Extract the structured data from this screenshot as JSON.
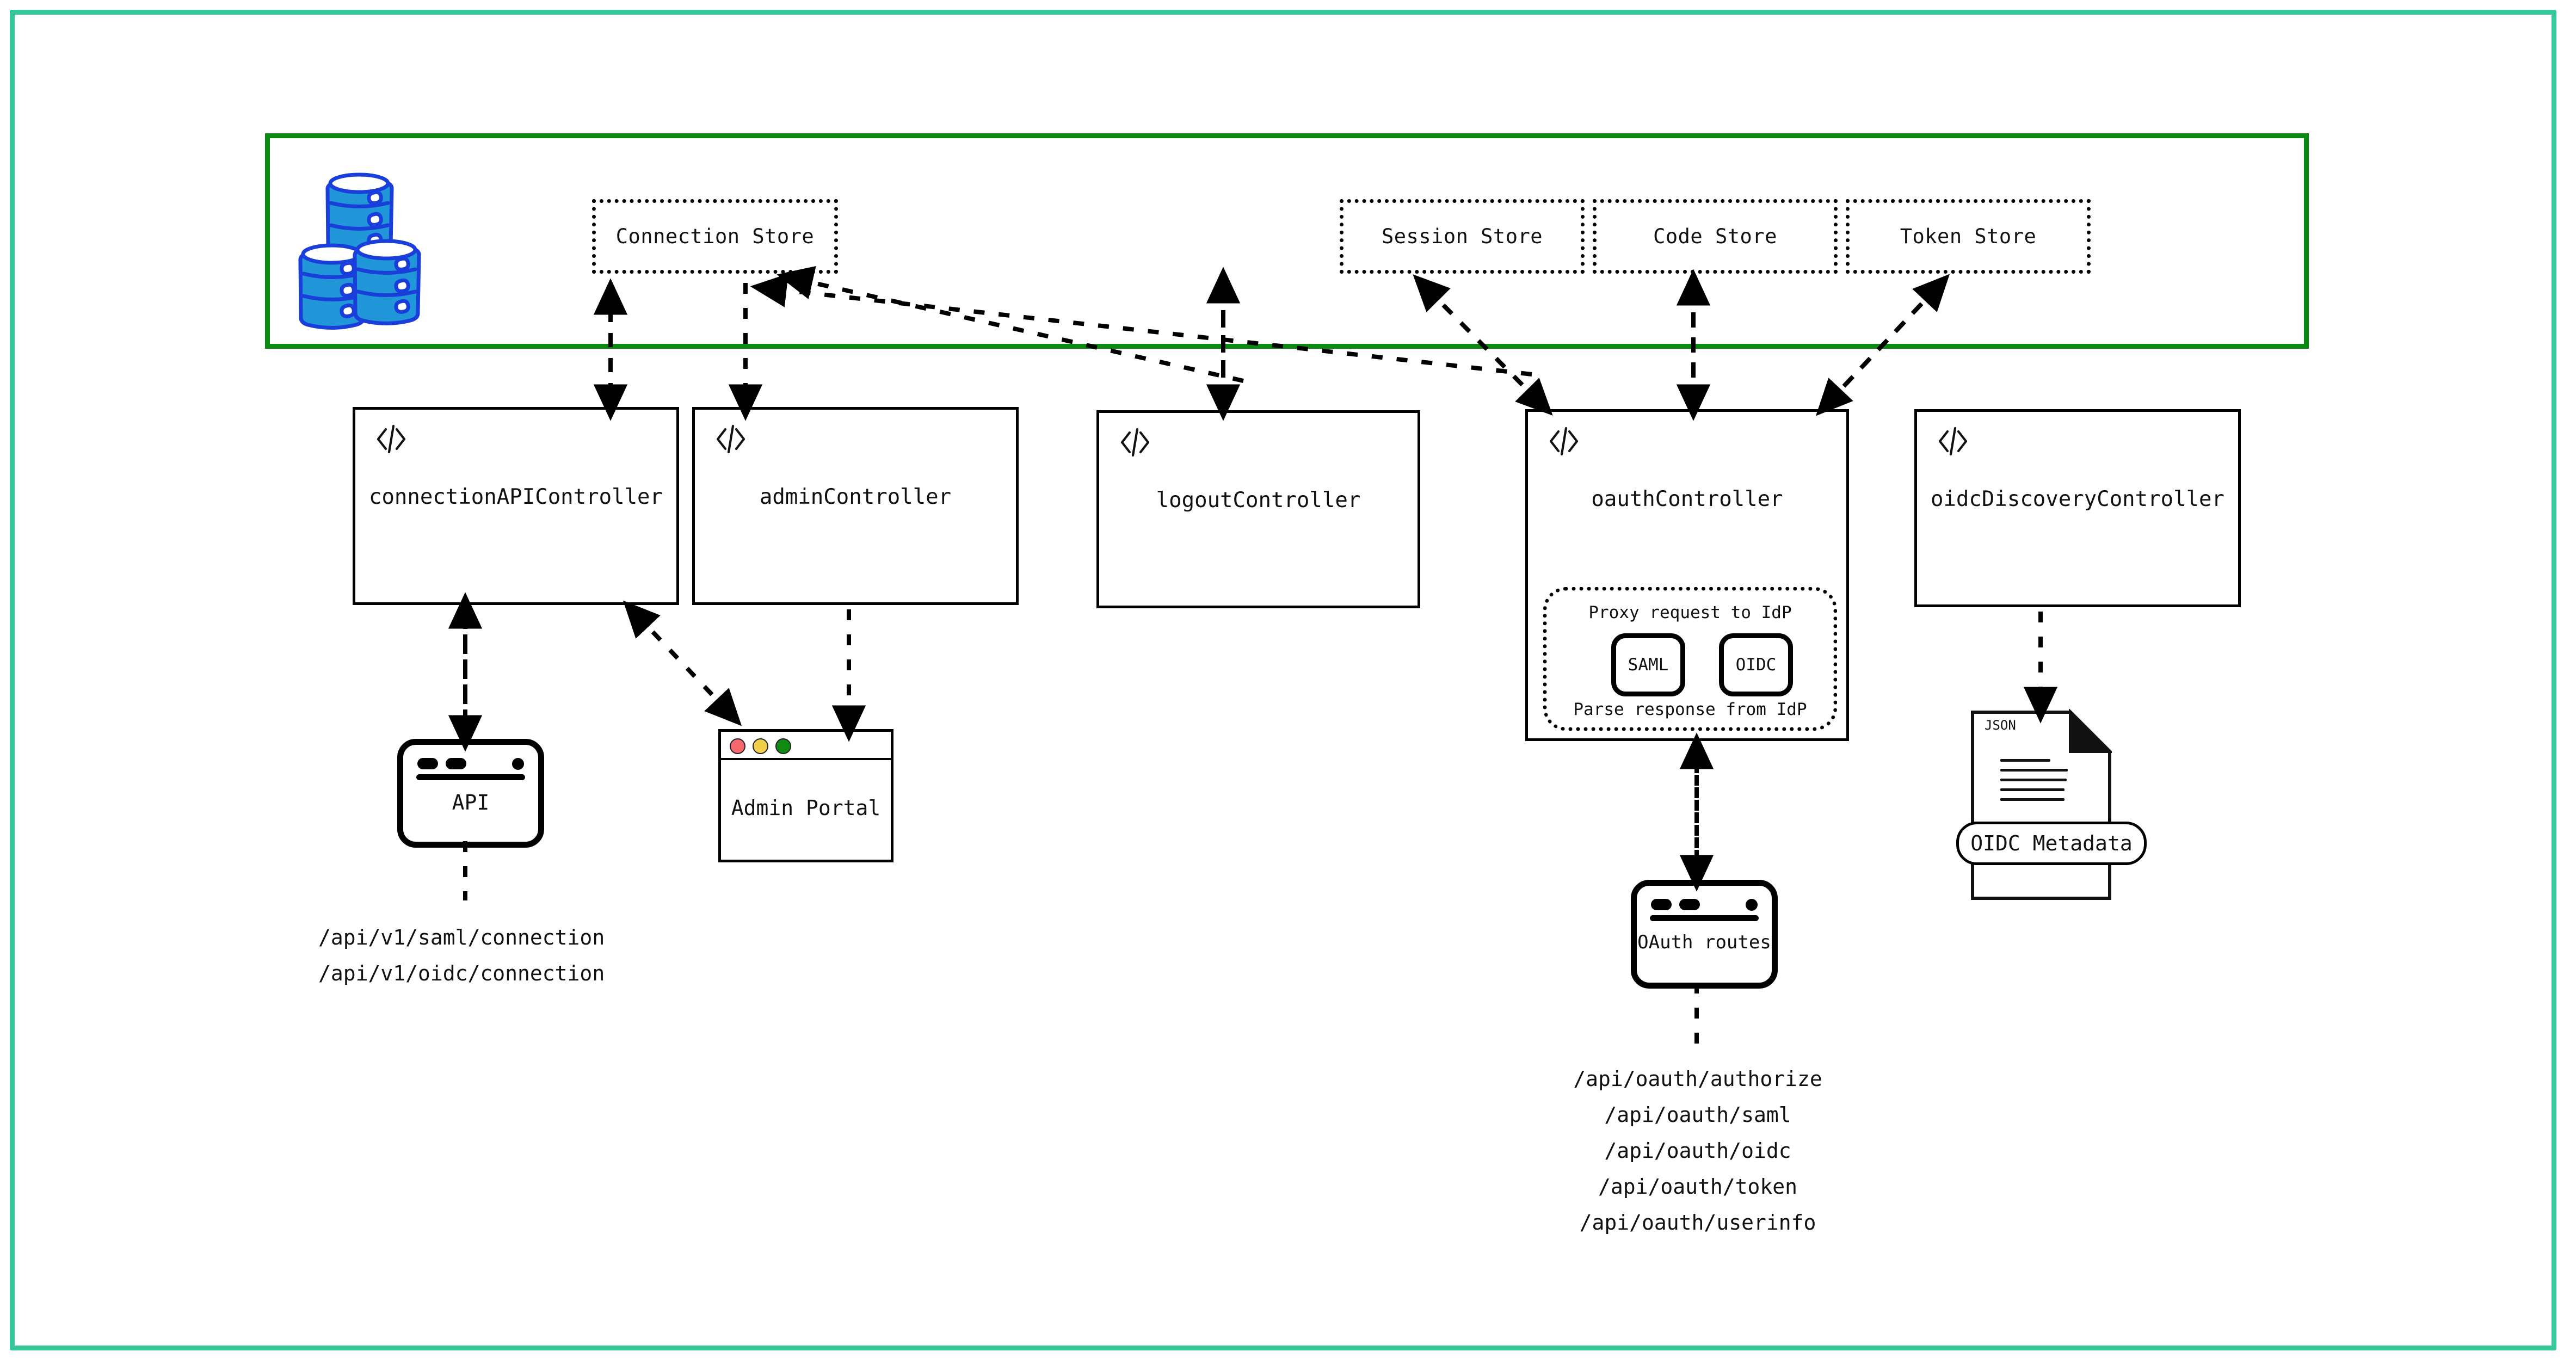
{
  "colors": {
    "frame_border": "#34c89a",
    "store_container_border": "#0a8a13",
    "db_fill": "#2196d9",
    "db_stroke": "#1a3ed9",
    "traffic_red": "#f4676b",
    "traffic_yellow": "#f2cf4a",
    "traffic_green": "#118a13",
    "ink": "#000000"
  },
  "stores": {
    "container_name": "data-stores-container",
    "db_icon": "database-stack-icon",
    "items": [
      {
        "label": "Connection Store",
        "name": "connection-store"
      },
      {
        "label": "Session Store",
        "name": "session-store"
      },
      {
        "label": "Code Store",
        "name": "code-store"
      },
      {
        "label": "Token Store",
        "name": "token-store"
      }
    ]
  },
  "controllers": [
    {
      "label": "connectionAPIController",
      "icon": "code-icon"
    },
    {
      "label": "adminController",
      "icon": "code-icon"
    },
    {
      "label": "logoutController",
      "icon": "code-icon"
    },
    {
      "label": "oauthController",
      "icon": "code-icon"
    },
    {
      "label": "oidcDiscoveryController",
      "icon": "code-icon"
    }
  ],
  "idp_panel": {
    "top_caption": "Proxy request to IdP",
    "bottom_caption": "Parse response from IdP",
    "buttons": [
      {
        "label": "SAML"
      },
      {
        "label": "OIDC"
      }
    ]
  },
  "nodes": {
    "api": {
      "label": "API",
      "icon": "browser-window-icon"
    },
    "admin_portal": {
      "label": "Admin Portal",
      "icon": "browser-window-icon"
    },
    "oauth_routes": {
      "label": "OAuth routes",
      "icon": "browser-window-icon"
    },
    "oidc_metadata": {
      "label": "OIDC Metadata",
      "doc_tag": "JSON",
      "icon": "json-document-icon"
    }
  },
  "endpoints": {
    "connection_api": [
      "/api/v1/saml/connection",
      "/api/v1/oidc/connection"
    ],
    "oauth": [
      "/api/oauth/authorize",
      "/api/oauth/saml",
      "/api/oauth/oidc",
      "/api/oauth/token",
      "/api/oauth/userinfo"
    ]
  }
}
